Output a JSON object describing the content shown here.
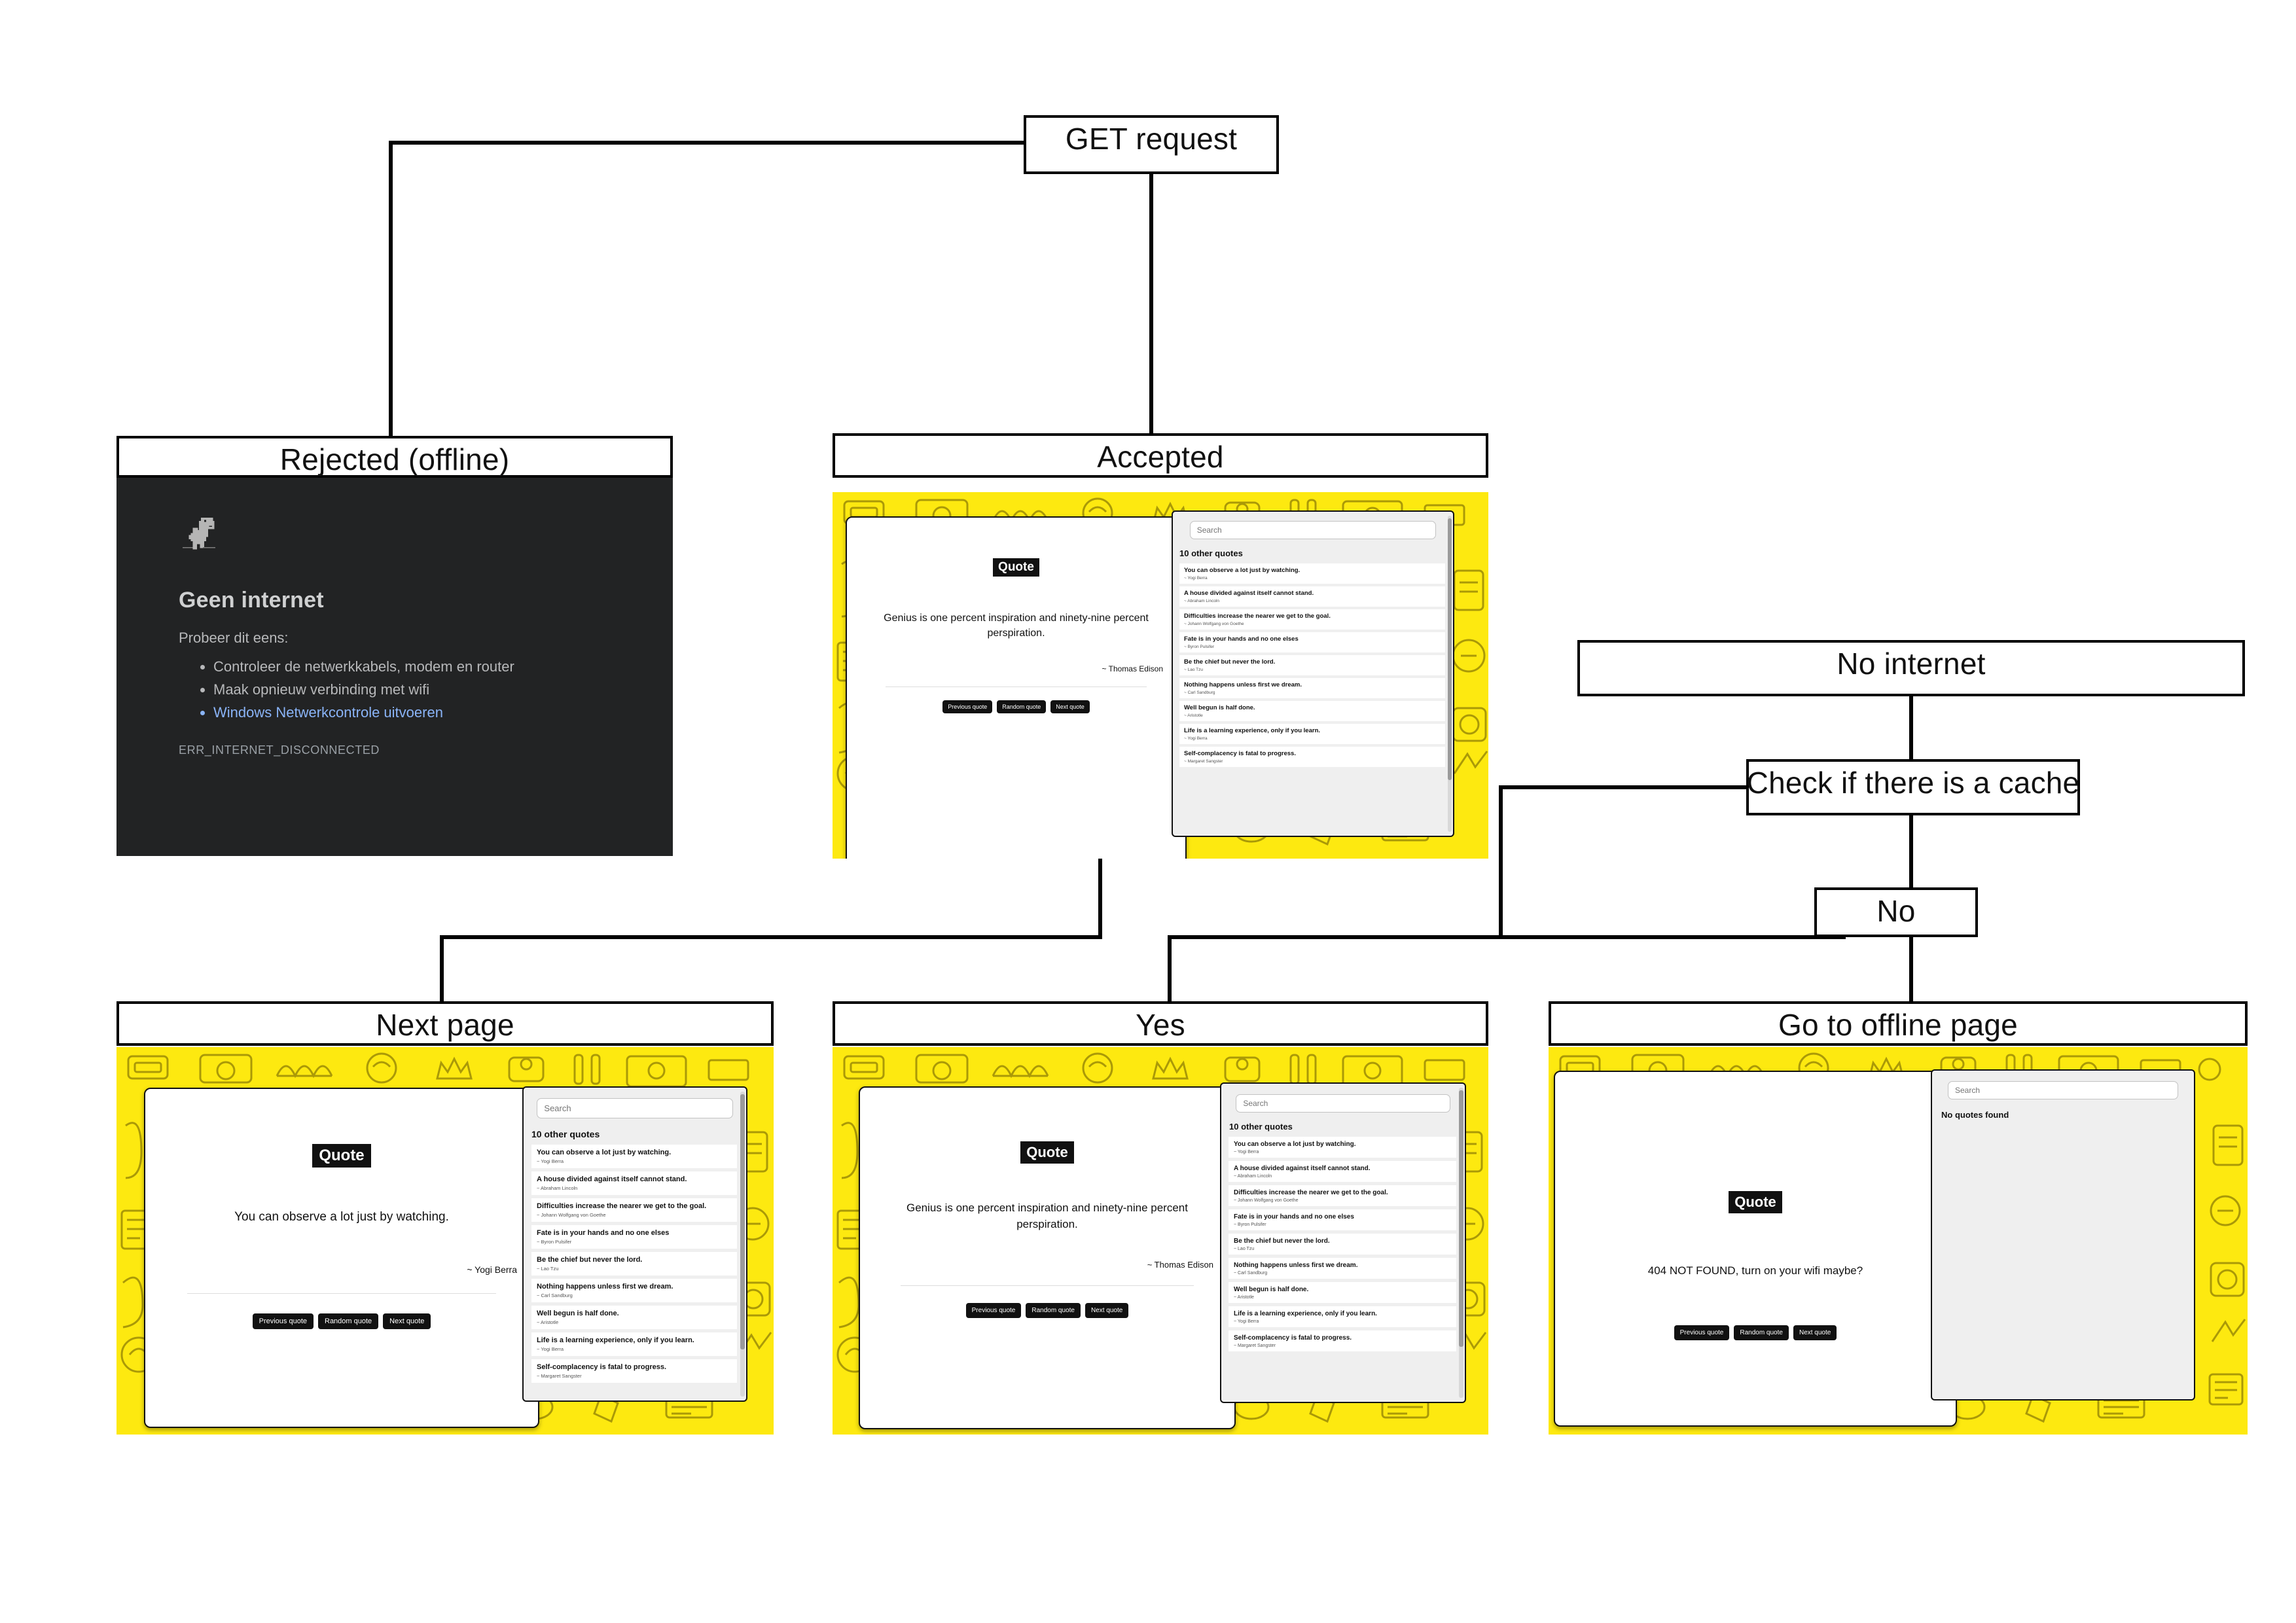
{
  "flow": {
    "get_request": "GET request",
    "rejected": "Rejected (offline)",
    "accepted": "Accepted",
    "no_internet": "No internet",
    "check_cache": "Check if there is a cache",
    "no": "No",
    "next_page": "Next page",
    "yes": "Yes",
    "go_offline": "Go to offline page"
  },
  "offline_page": {
    "heading": "Geen internet",
    "subheading": "Probeer dit eens:",
    "tips": [
      "Controleer de netwerkkabels, modem en router",
      "Maak opnieuw verbinding met wifi",
      "Windows Netwerkcontrole uitvoeren"
    ],
    "error_code": "ERR_INTERNET_DISCONNECTED",
    "icon": "chrome-dino-icon",
    "bg_color": "#222324",
    "link_color": "#8ab4f8"
  },
  "quote_app": {
    "brand": "Quote",
    "accent_color": "#fde910",
    "search_placeholder": "Search",
    "list_title": "10 other quotes",
    "empty_message": "No quotes found",
    "buttons": {
      "previous": "Previous quote",
      "random": "Random quote",
      "next": "Next quote"
    },
    "quotes": [
      {
        "text": "You can observe a lot just by watching.",
        "author": "~ Yogi Berra"
      },
      {
        "text": "A house divided against itself cannot stand.",
        "author": "~ Abraham Lincoln"
      },
      {
        "text": "Difficulties increase the nearer we get to the goal.",
        "author": "~ Johann Wolfgang von Goethe"
      },
      {
        "text": "Fate is in your hands and no one elses",
        "author": "~ Byron Pulsifer"
      },
      {
        "text": "Be the chief but never the lord.",
        "author": "~ Lao Tzu"
      },
      {
        "text": "Nothing happens unless first we dream.",
        "author": "~ Carl Sandburg"
      },
      {
        "text": "Well begun is half done.",
        "author": "~ Aristotle"
      },
      {
        "text": "Life is a learning experience, only if you learn.",
        "author": "~ Yogi Berra"
      },
      {
        "text": "Self-complacency is fatal to progress.",
        "author": "~ Margaret Sangster"
      }
    ]
  },
  "cards": {
    "accepted": {
      "quote_text": "Genius is one percent inspiration and ninety-nine percent perspiration.",
      "quote_author": "~ Thomas Edison"
    },
    "next_page": {
      "quote_text": "You can observe a lot just by watching.",
      "quote_author": "~ Yogi Berra"
    },
    "yes": {
      "quote_text": "Genius is one percent inspiration and ninety-nine percent perspiration.",
      "quote_author": "~ Thomas Edison"
    },
    "go_offline": {
      "quote_text": "404 NOT FOUND, turn on your wifi maybe?",
      "quote_author": ""
    }
  }
}
